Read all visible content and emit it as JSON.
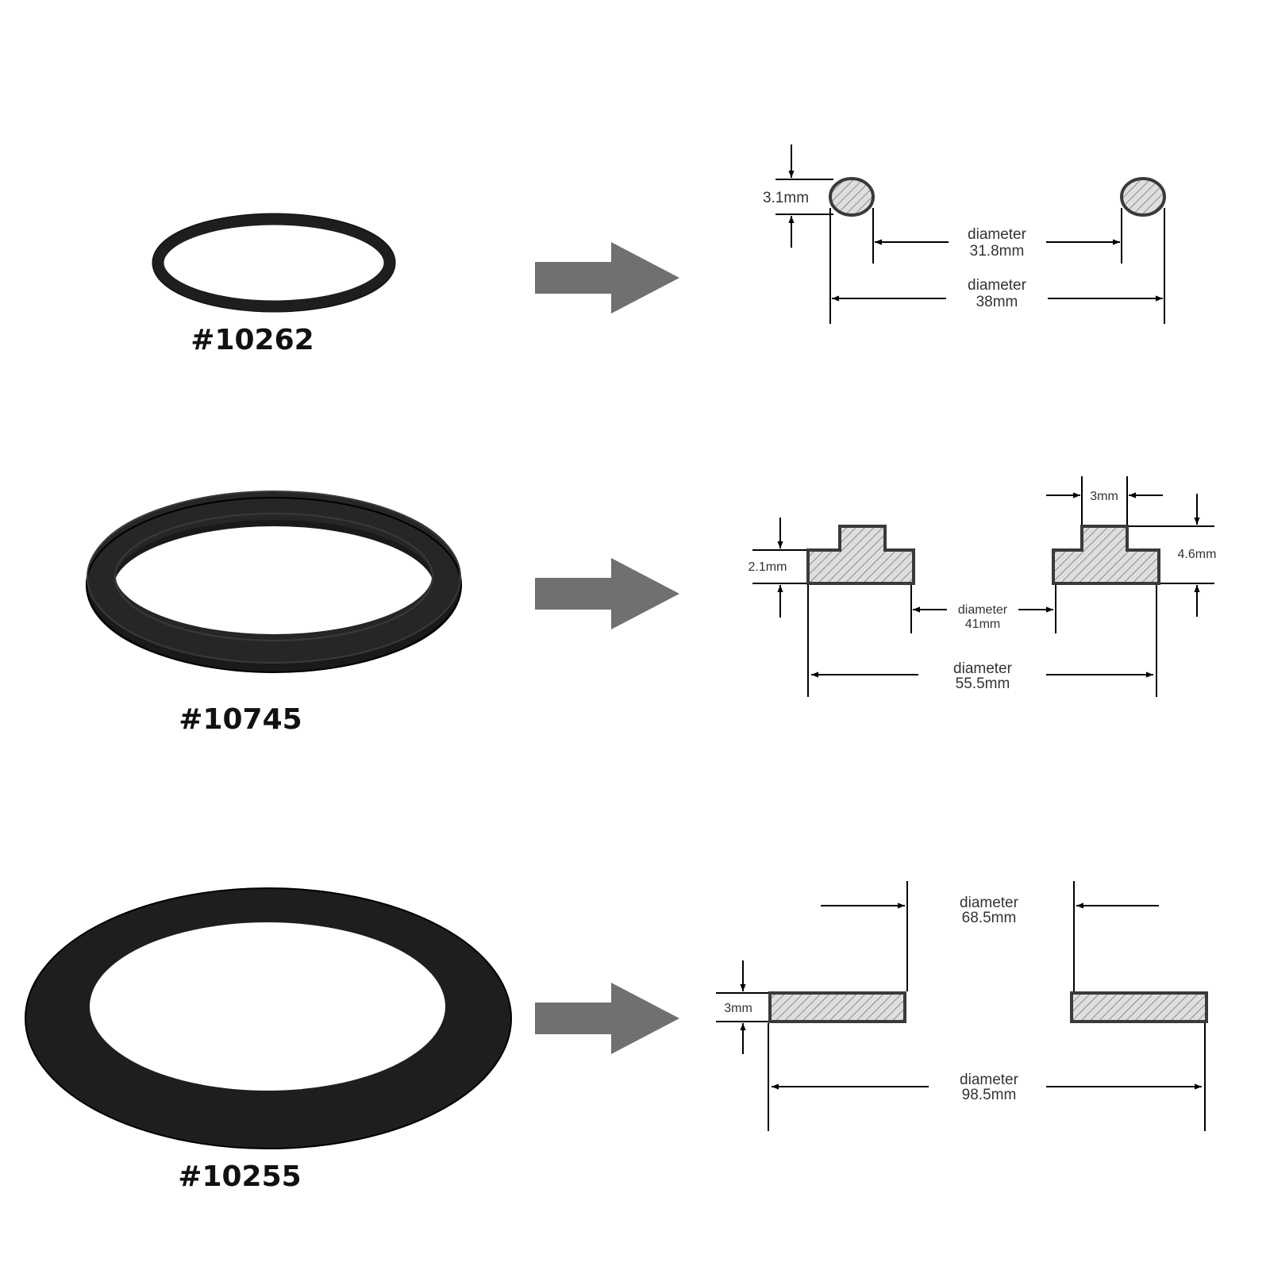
{
  "parts": [
    {
      "id": "#10262",
      "profile": "o-ring",
      "thickness": "3.1mm",
      "inner_diameter": {
        "word": "diameter",
        "value": "31.8mm"
      },
      "outer_diameter": {
        "word": "diameter",
        "value": "38mm"
      }
    },
    {
      "id": "#10745",
      "profile": "stepped-gasket",
      "step_width": "3mm",
      "base_height": "2.1mm",
      "total_height": "4.6mm",
      "inner_diameter": {
        "word": "diameter",
        "value": "41mm"
      },
      "outer_diameter": {
        "word": "diameter",
        "value": "55.5mm"
      }
    },
    {
      "id": "#10255",
      "profile": "flat-washer",
      "thickness": "3mm",
      "inner_diameter": {
        "word": "diameter",
        "value": "68.5mm"
      },
      "outer_diameter": {
        "word": "diameter",
        "value": "98.5mm"
      }
    }
  ],
  "colors": {
    "rubber": "#1e1e1e",
    "arrow": "#707070",
    "ink": "#000000",
    "hatch_fill": "#dedede"
  }
}
